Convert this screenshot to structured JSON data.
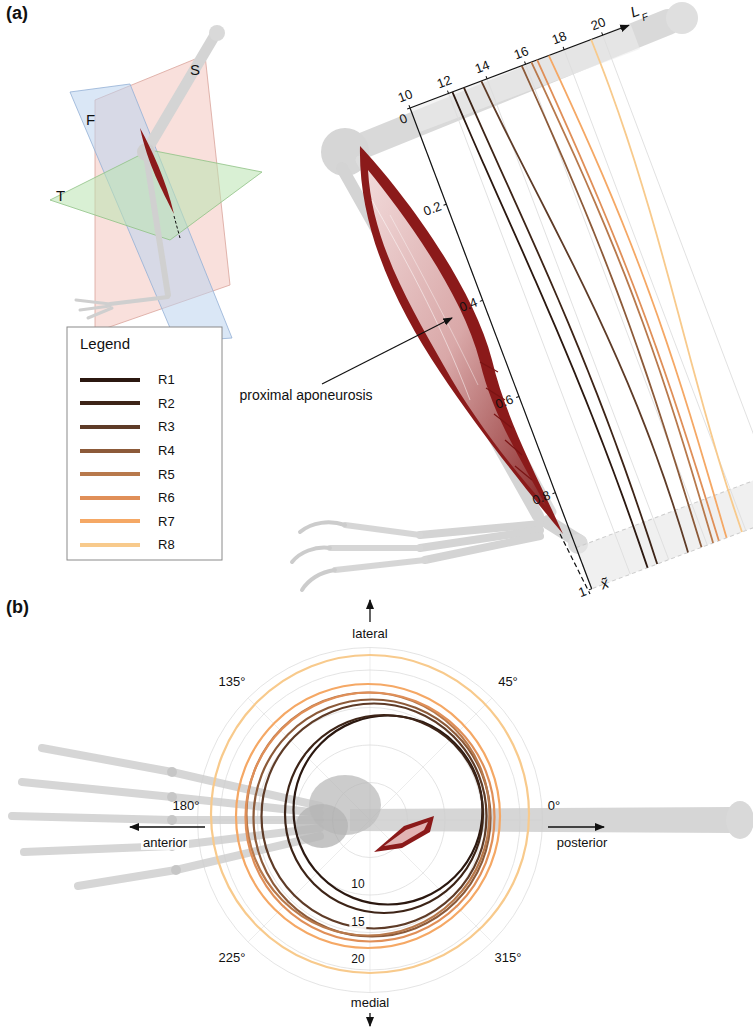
{
  "diagram": {
    "labels": [
      "(a)",
      "F",
      "S",
      "T",
      "Legend",
      "10",
      "12",
      "14",
      "16",
      "18",
      "20",
      "L",
      "F",
      "0",
      "0.2",
      "0.4",
      "0.6",
      "0.8",
      "1",
      "x̃",
      "proximal aponeurosis",
      "(b)",
      "lateral",
      "135°",
      "45°",
      "180°",
      "anterior",
      "0°",
      "posterior",
      "10",
      "15",
      "20",
      "225°",
      "315°",
      "medial"
    ],
    "legend": [
      {
        "text": "R1",
        "color": "#2b1810"
      },
      {
        "text": "R2",
        "color": "#3d2417"
      },
      {
        "text": "R3",
        "color": "#5e3b27"
      },
      {
        "text": "R4",
        "color": "#8c5a39"
      },
      {
        "text": "R5",
        "color": "#b8794c"
      },
      {
        "text": "R6",
        "color": "#e08f58"
      },
      {
        "text": "R7",
        "color": "#f5a865"
      },
      {
        "text": "R8",
        "color": "#f8ca8c"
      }
    ]
  }
}
